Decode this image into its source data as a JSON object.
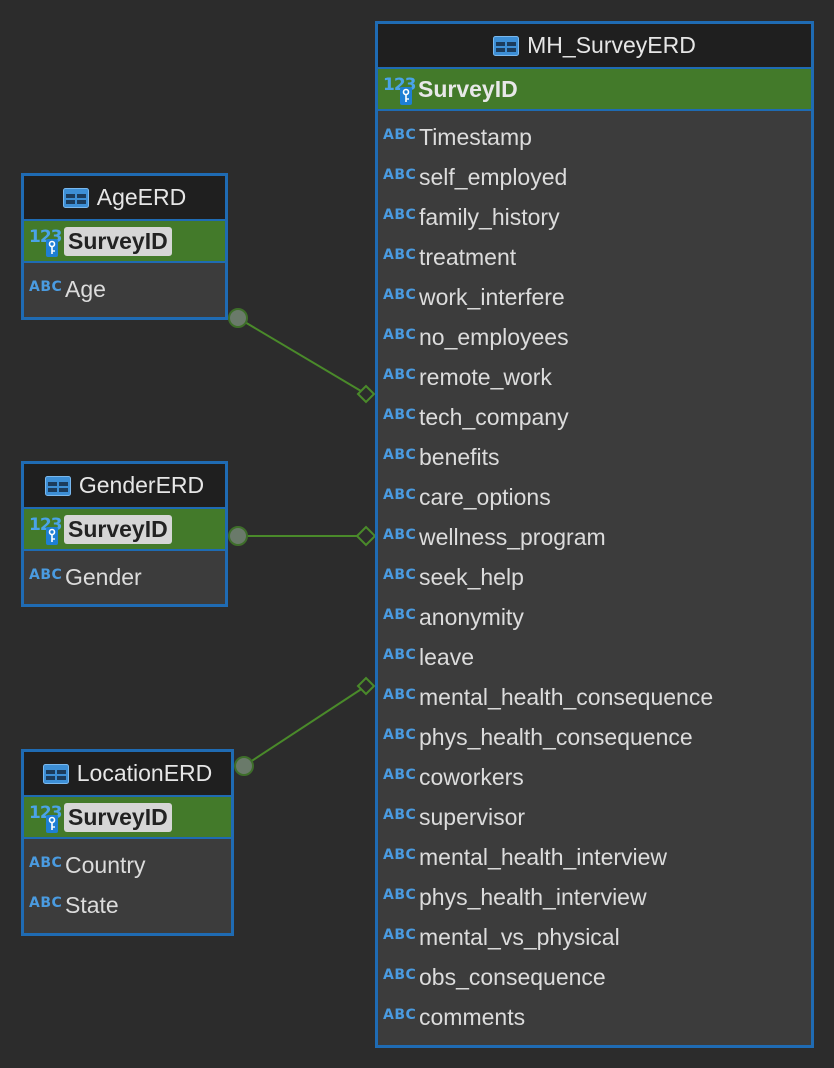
{
  "colors": {
    "background": "#2c2c2c",
    "border": "#1f6bb3",
    "pk_row": "#437a2a",
    "link": "#4a8a2a",
    "type_icon": "#4a9be0"
  },
  "main_entity": {
    "title": "MH_SurveyERD",
    "pk": "SurveyID",
    "attributes": [
      "Timestamp",
      "self_employed",
      "family_history",
      "treatment",
      "work_interfere",
      "no_employees",
      "remote_work",
      "tech_company",
      "benefits",
      "care_options",
      "wellness_program",
      "seek_help",
      "anonymity",
      "leave",
      "mental_health_consequence",
      "phys_health_consequence",
      "coworkers",
      "supervisor",
      "mental_health_interview",
      "phys_health_interview",
      "mental_vs_physical",
      "obs_consequence",
      "comments"
    ]
  },
  "age_entity": {
    "title": "AgeERD",
    "pk": "SurveyID",
    "attributes": [
      "Age"
    ]
  },
  "gender_entity": {
    "title": "GenderERD",
    "pk": "SurveyID",
    "attributes": [
      "Gender"
    ]
  },
  "location_entity": {
    "title": "LocationERD",
    "pk": "SurveyID",
    "attributes": [
      "Country",
      "State"
    ]
  },
  "icons": {
    "table": "table-icon",
    "primary_key": "numeric-key-icon",
    "text_type": "abc-type-icon",
    "type_label": "ABC",
    "numeric_label": "123"
  }
}
